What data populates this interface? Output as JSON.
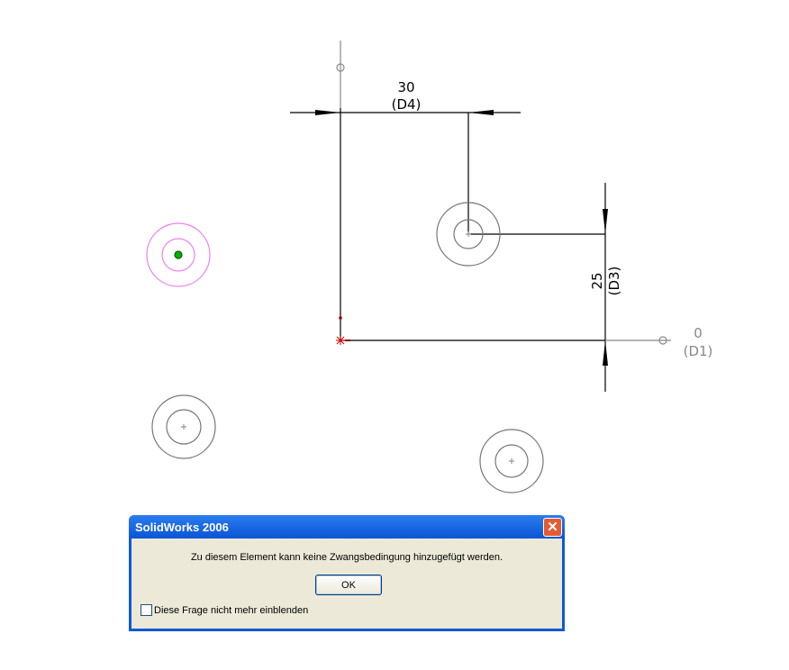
{
  "sketch": {
    "dimensions": [
      {
        "id": "D4",
        "value": "30",
        "name": "(D4)"
      },
      {
        "id": "D3",
        "value": "25",
        "name": "(D3)"
      },
      {
        "id": "D1",
        "value": "0",
        "name": "(D1)"
      }
    ],
    "colors": {
      "geometry": "#000000",
      "construction": "#808080",
      "selected": "#ee82ee",
      "point": "#00b000",
      "origin": "#c00000"
    }
  },
  "dialog": {
    "title": "SolidWorks 2006",
    "close_icon": "close-icon",
    "message": "Zu diesem Element kann keine Zwangsbedingung hinzugefügt werden.",
    "ok_label": "OK",
    "checkbox_label": "Diese Frage nicht mehr einblenden",
    "checkbox_checked": false
  }
}
